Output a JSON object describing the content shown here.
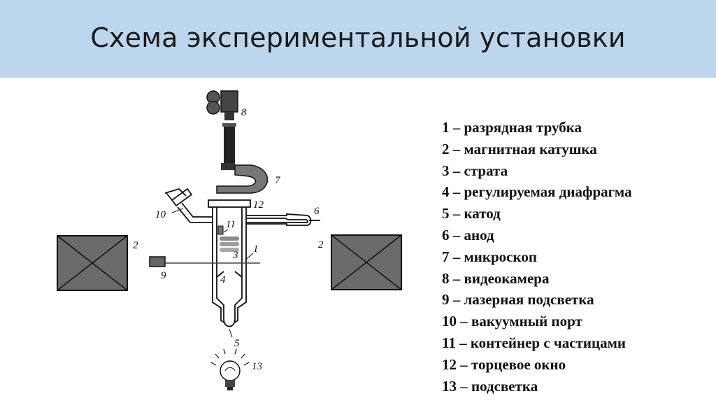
{
  "slide": {
    "title": "Схема экспериментальной установки"
  },
  "diagram": {
    "callouts": [
      "1",
      "2",
      "2",
      "3",
      "4",
      "5",
      "6",
      "7",
      "8",
      "9",
      "10",
      "11",
      "12",
      "13"
    ]
  },
  "legend": {
    "items": [
      "1 – разрядная трубка",
      "2 – магнитная катушка",
      "3 – страта",
      "4 – регулируемая диафрагма",
      "5 – катод",
      "6 – анод",
      "7 – микроскоп",
      "8 – видеокамера",
      "9 – лазерная подсветка",
      "10 – вакуумный порт",
      "11 – контейнер с частицами",
      "12 – торцевое окно",
      "13 – подсветка"
    ]
  }
}
